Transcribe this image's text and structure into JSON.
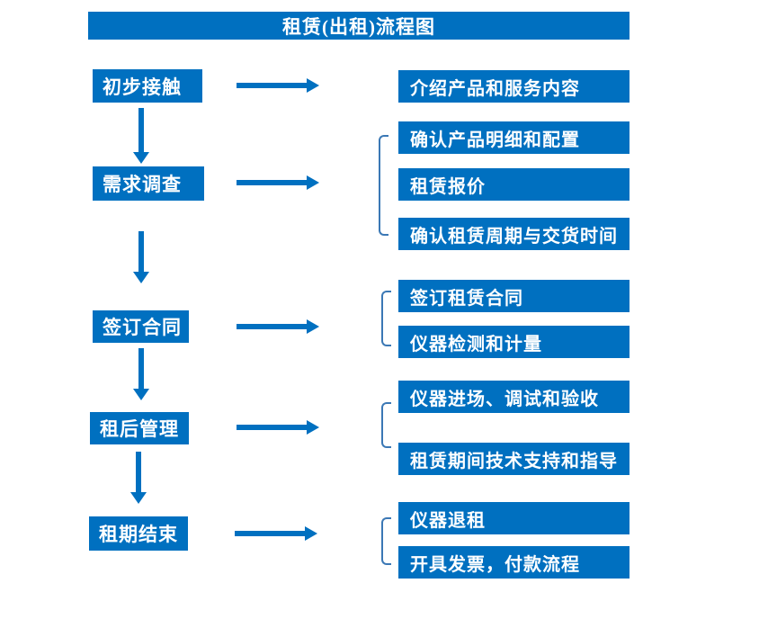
{
  "title": "租赁(出租)流程图",
  "colors": {
    "primary_blue": "#0070C0",
    "bracket_blue": "#3B78B5",
    "box_text": "#FFFFFF",
    "background": "#FFFFFF"
  },
  "flow": {
    "stages": [
      {
        "label": "初步接触",
        "details": [
          "介绍产品和服务内容"
        ]
      },
      {
        "label": "需求调查",
        "details": [
          "确认产品明细和配置",
          "租赁报价",
          "确认租赁周期与交货时间"
        ]
      },
      {
        "label": "签订合同",
        "details": [
          "签订租赁合同",
          "仪器检测和计量"
        ]
      },
      {
        "label": "租后管理",
        "details": [
          "仪器进场、调试和验收",
          "租赁期间技术支持和指导"
        ]
      },
      {
        "label": "租期结束",
        "details": [
          "仪器退租",
          "开具发票，付款流程"
        ]
      }
    ]
  }
}
